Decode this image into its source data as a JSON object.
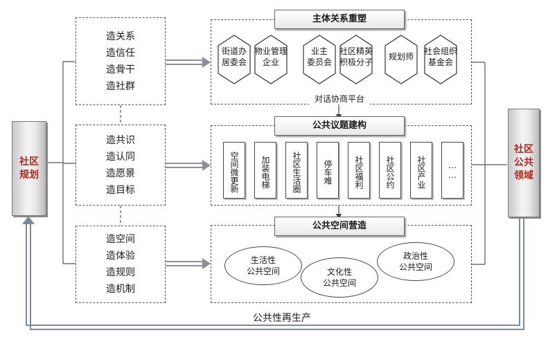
{
  "left_pillar": {
    "label": "社区\n规划"
  },
  "right_pillar": {
    "label": "社区\n公共\n领域"
  },
  "left_boxes": [
    {
      "label": "造关系\n造信任\n造骨干\n造社群"
    },
    {
      "label": "造共识\n造认同\n造愿景\n造目标"
    },
    {
      "label": "造空间\n造体验\n造规则\n造机制"
    }
  ],
  "sections": [
    {
      "title": "主体关系重塑",
      "items": [
        "街道办\n居委会",
        "物业管理\n企业",
        "业主\n委员会",
        "社区精英\n积极分子",
        "规划师",
        "社会组织\n基金会"
      ]
    },
    {
      "title": "公共议题建构",
      "items": [
        "空间微更新",
        "加装电梯",
        "社区生活圈",
        "停车难",
        "社区福利",
        "社区公约",
        "社区产业",
        "……"
      ]
    },
    {
      "title": "公共空间营造",
      "items": [
        "生活性\n公共空间",
        "文化性\n公共空间",
        "政治性\n公共空间"
      ]
    }
  ],
  "platform_label": "对话协商平台",
  "bottom_label": "公共性再生产"
}
